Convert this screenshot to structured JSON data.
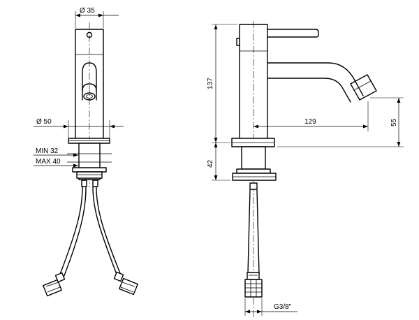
{
  "front_view": {
    "dim_body_diameter": "Ø 35",
    "dim_base_diameter": "Ø 50",
    "dim_min_thickness": "MIN 32",
    "dim_max_thickness": "MAX 40"
  },
  "side_view": {
    "dim_height": "137",
    "dim_spout_reach": "129",
    "dim_spout_height": "55",
    "dim_shank_length": "42",
    "dim_connection": "G3/8\""
  }
}
